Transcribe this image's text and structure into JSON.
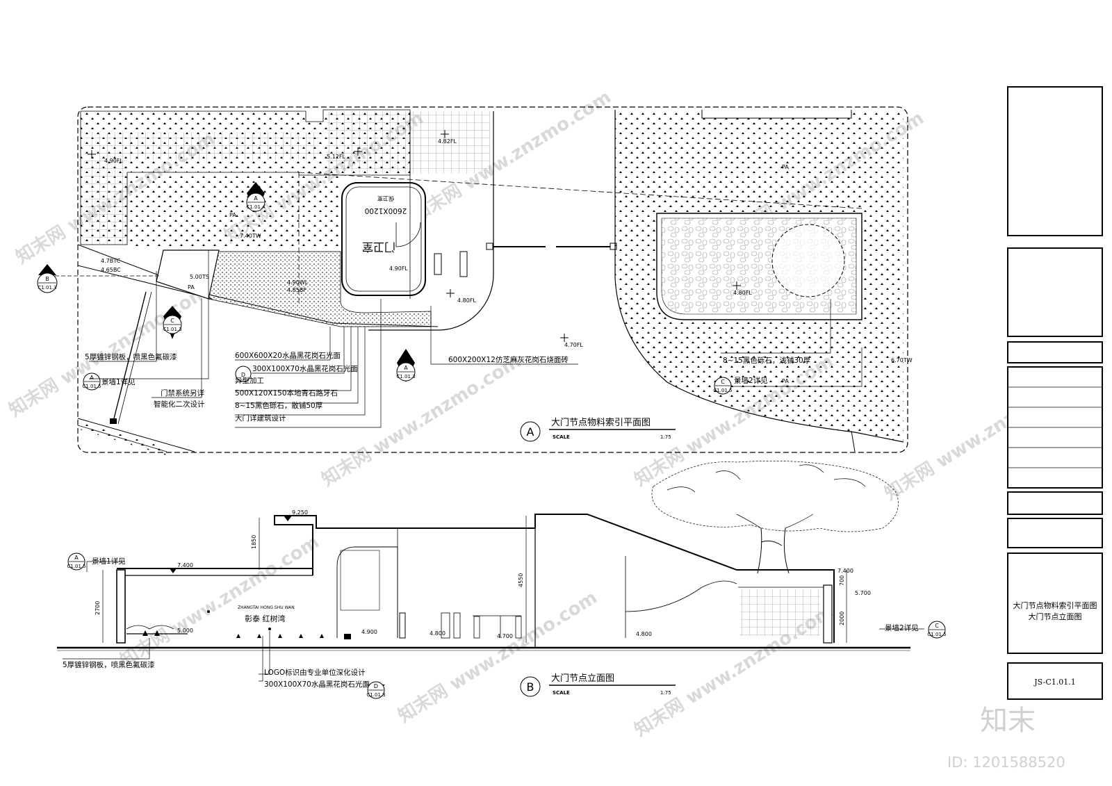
{
  "plan": {
    "elevations": [
      "4.90FL",
      "5.12FL",
      "4.82FL",
      "7.40TW",
      "4.7BTC",
      "4.65BC",
      "5.00TS",
      "4.90WL",
      "4.85BF",
      "4.90FL",
      "4.80FL",
      "4.70FL",
      "4.80FL",
      "6.70TW"
    ],
    "pa_labels": [
      "PA",
      "PA",
      "PA",
      "PA"
    ],
    "building": {
      "size": "2600X1200",
      "sub": "保卫室",
      "door": "门卫室"
    },
    "callouts": [
      {
        "letter": "A",
        "ref": "C1.01.4"
      },
      {
        "letter": "B",
        "ref": "C1.01.3"
      },
      {
        "letter": "C",
        "ref": "C1.01.3"
      },
      {
        "letter": "A",
        "ref": "C1.01.3"
      },
      {
        "letter": "A",
        "ref": "C1.01.5"
      },
      {
        "letter": "D",
        "ref": ""
      },
      {
        "letter": "C",
        "ref": "C1.01.5"
      }
    ],
    "notes_left": [
      "5厚镀锌钢板，喷黑色氟碳漆",
      "景墙1详见",
      "门禁系统另详",
      "智能化二次设计"
    ],
    "notes_center": [
      "600X600X20水晶黑花岗石光面",
      "300X100X70水晶黑花岗石光面",
      "异型加工",
      "500X120X150本地青石路牙石",
      "8~15黑色砾石，散铺50厚",
      "大门详建筑设计"
    ],
    "note_right": "600X200X12仿芝麻灰花岗石烧面砖",
    "notes_far_right": [
      "8~15黑色砾石，浅铺30厚",
      "景墙2详见"
    ],
    "title": {
      "letter": "A",
      "text": "大门节点物料索引平面图",
      "scale_label": "SCALE",
      "scale": "1:75"
    }
  },
  "elevation": {
    "levels": [
      "9.250",
      "7.400",
      "5.000",
      "4.900",
      "4.800",
      "4.700",
      "4.800",
      "7.400",
      "5.700"
    ],
    "dims": [
      "1850",
      "2700",
      "4550",
      "700",
      "2000"
    ],
    "logo_en": "ZHANGTAI HONG SHU WAN",
    "logo_cn": "彰泰  红树湾",
    "notes": [
      "景墙1详见",
      "景墙2详见",
      "5厚镀锌钢板，喷黑色氟碳漆",
      "LOGO标识由专业单位深化设计",
      "300X100X70水晶黑花岗石光面"
    ],
    "callouts": [
      {
        "letter": "A",
        "ref": "C1.01.5"
      },
      {
        "letter": "C",
        "ref": "C1.01.5"
      },
      {
        "letter": "D",
        "ref": "C1.01.3"
      }
    ],
    "title": {
      "letter": "B",
      "text": "大门节点立面图",
      "scale_label": "SCALE",
      "scale": "1:75"
    }
  },
  "title_block": {
    "drawing_names": [
      "大门节点物料索引平面图",
      "大门节点立面图"
    ],
    "drawing_number": "JS-C1.01.1"
  },
  "watermark": {
    "text": "知末网 www.znzmo.com",
    "brand": "知末",
    "id": "ID: 1201588520"
  }
}
